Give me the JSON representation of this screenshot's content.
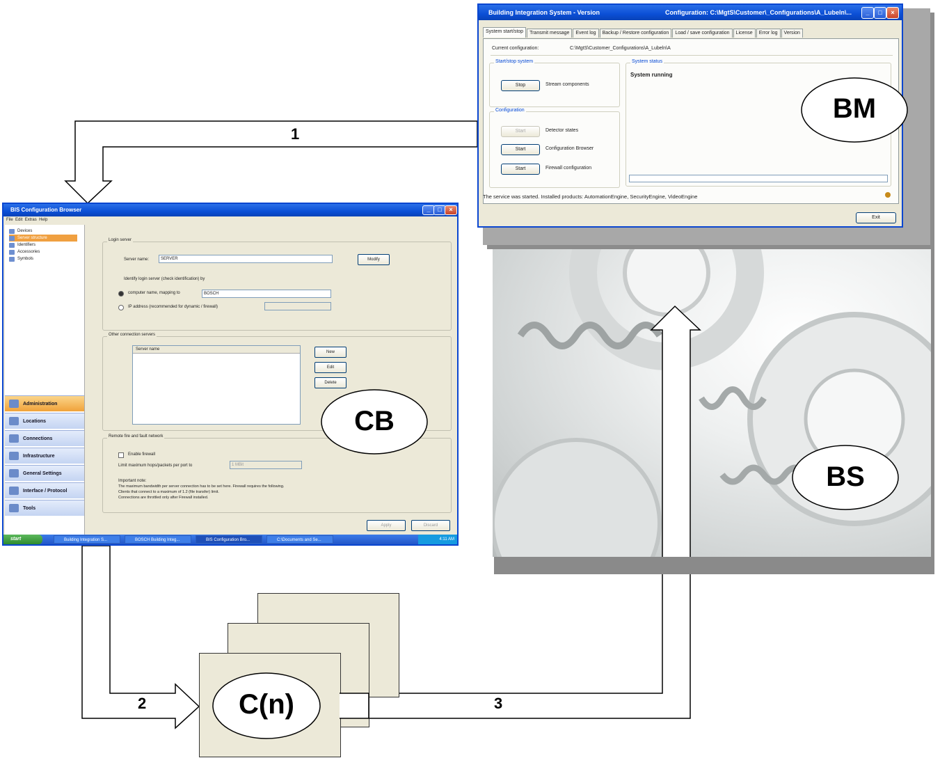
{
  "labels": {
    "bm": "BM",
    "cb": "CB",
    "bs": "BS",
    "cn": "C(n)",
    "step1": "1",
    "step2": "2",
    "step3": "3"
  },
  "bm_window": {
    "title_left": "Building Integration System - Version",
    "title_right": "Configuration: C:\\MgtS\\Customer\\_Configurations\\A_Lubeln\\...",
    "tabs": [
      "System start/stop",
      "Transmit message",
      "Event log",
      "Backup / Restore configuration",
      "Load / save configuration",
      "License",
      "Error log",
      "Version"
    ],
    "current_config_label": "Current configuration:",
    "current_config_value": "C:\\MgtS\\Customer_Configurations\\A_Lubeln\\A",
    "group_startstop": "Start/stop system",
    "stop_button": "Stop",
    "stop_desc": "Stream components",
    "group_configuration": "Configuration",
    "btn_start_1": "Start",
    "desc_1": "Detector states",
    "btn_start_2": "Start",
    "desc_2": "Configuration Browser",
    "btn_start_3": "Start",
    "desc_3": "Firewall configuration",
    "group_status": "System status",
    "status_text": "System running",
    "footer_status": "The service was started. Installed products: AutomationEngine, SecurityEngine, VideoEngine",
    "exit_button": "Exit"
  },
  "cb_window": {
    "title": "BIS Configuration Browser",
    "menu": [
      "File",
      "Edit",
      "Extras",
      "Help"
    ],
    "tree": [
      "Devices",
      "Server structure",
      "Identifiers",
      "Accessories",
      "Symbols"
    ],
    "group_login": "Login server",
    "server_name_label": "Server name:",
    "server_name_value": "SERVER",
    "modify_button": "Modify",
    "identification_text": "Identify login server (check identification) by",
    "radio_computer_label": "computer name, mapping to",
    "computer_value": "BOSCH",
    "radio_ip_label": "IP address (recommended for dynamic / firewall)",
    "group_other": "Other connection servers",
    "list_header": "Server name",
    "new_button": "New",
    "edit_button": "Edit",
    "delete_button": "Delete",
    "group_firewall": "Remote fire and fault network",
    "chk_firewall_label": "Enable firewall",
    "firewall_field_label": "Limit maximum hops/packets per port to",
    "firewall_field_value": "1 MBit",
    "important_note": "Important note:",
    "note_line1": "The maximum bandwidth per server connection has to be set here. Firewall requires the following.",
    "note_line2": "Clients that connect to a maximum of 1.2 (file transfer) limit.",
    "note_line3": "Connections are throttled only after Firewall installed.",
    "apply_button": "Apply",
    "cancel_button": "Discard",
    "nav_buttons": [
      "Administration",
      "Locations",
      "Connections",
      "Infrastructure",
      "General Settings",
      "Interface / Protocol",
      "Tools"
    ],
    "taskbar_start": "start",
    "taskbar_items": [
      "Building Integration S...",
      "BOSCH Building Integ...",
      "BIS Configuration Bro...",
      "C:\\Documents and Se..."
    ],
    "tray_time": "4:11 AM"
  },
  "colors": {
    "xp_blue": "#0a46d0",
    "window_face": "#ece9d8",
    "cube_side": "#8a8a8a"
  }
}
